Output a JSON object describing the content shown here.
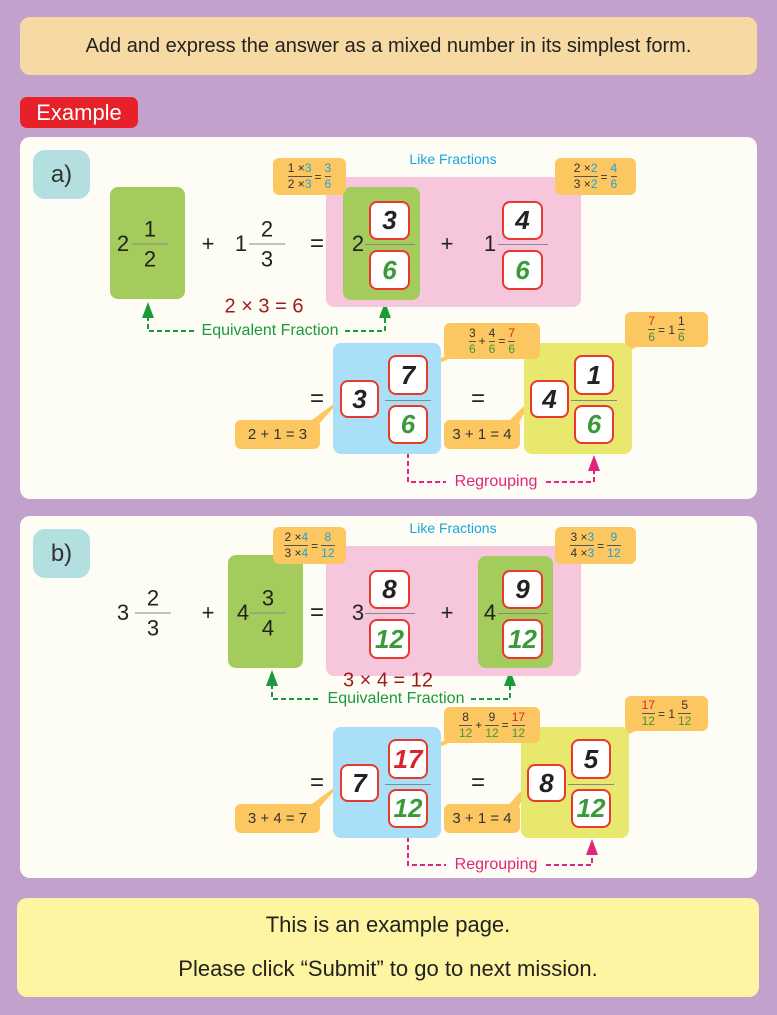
{
  "instruction": "Add and express the answer as a mixed number in its simplest form.",
  "example_label": "Example",
  "colors": {
    "background": "#c2a2cd",
    "box_border": "#e8392e",
    "like_fractions": "#1aa3df",
    "equivalent": "#1a9a3a",
    "regrouping": "#e0267a",
    "lcd": "#9e1b1b"
  },
  "problems": [
    {
      "label": "a)",
      "plus": "+",
      "equals": "=",
      "like_fractions": "Like Fractions",
      "operand1": {
        "whole": "2",
        "num": "1",
        "den": "2"
      },
      "operand2": {
        "whole": "1",
        "num": "2",
        "den": "3"
      },
      "equiv1": {
        "whole": "2",
        "num": "3",
        "den": "6"
      },
      "equiv2": {
        "whole": "1",
        "num": "4",
        "den": "6"
      },
      "callout1": {
        "n": "1 ×",
        "nf": "3",
        "d": "2 ×",
        "df": "3",
        "eq": "=",
        "rn": "3",
        "rd": "6"
      },
      "callout2": {
        "n": "2 ×",
        "nf": "2",
        "d": "3 ×",
        "df": "2",
        "eq": "=",
        "rn": "4",
        "rd": "6"
      },
      "lcd": "2 × 3 = 6",
      "equiv_label": "Equivalent Fraction",
      "sum": {
        "whole": "3",
        "num": "7",
        "den": "6"
      },
      "whole_sum": "2 + 1 = 3",
      "frac_sum": {
        "an": "3",
        "ad": "6",
        "plus": "+",
        "bn": "4",
        "bd": "6",
        "eq": "=",
        "rn": "7",
        "rd": "6"
      },
      "result": {
        "whole": "4",
        "num": "1",
        "den": "6"
      },
      "regroup_callout": {
        "n": "7",
        "d": "6",
        "eq": "= 1",
        "rn": "1",
        "rd": "6"
      },
      "regroup_whole": "3 + 1 = 4",
      "regroup_label": "Regrouping"
    },
    {
      "label": "b)",
      "plus": "+",
      "equals": "=",
      "like_fractions": "Like Fractions",
      "operand1": {
        "whole": "3",
        "num": "2",
        "den": "3"
      },
      "operand2": {
        "whole": "4",
        "num": "3",
        "den": "4"
      },
      "equiv1": {
        "whole": "3",
        "num": "8",
        "den": "12"
      },
      "equiv2": {
        "whole": "4",
        "num": "9",
        "den": "12"
      },
      "callout1": {
        "n": "2 ×",
        "nf": "4",
        "d": "3 ×",
        "df": "4",
        "eq": "=",
        "rn": "8",
        "rd": "12"
      },
      "callout2": {
        "n": "3 ×",
        "nf": "3",
        "d": "4 ×",
        "df": "3",
        "eq": "=",
        "rn": "9",
        "rd": "12"
      },
      "lcd": "3 × 4 = 12",
      "equiv_label": "Equivalent Fraction",
      "sum": {
        "whole": "7",
        "num": "17",
        "den": "12"
      },
      "whole_sum": "3 + 4 = 7",
      "frac_sum": {
        "an": "8",
        "ad": "12",
        "plus": "+",
        "bn": "9",
        "bd": "12",
        "eq": "=",
        "rn": "17",
        "rd": "12"
      },
      "result": {
        "whole": "8",
        "num": "5",
        "den": "12"
      },
      "regroup_callout": {
        "n": "17",
        "d": "12",
        "eq": "= 1",
        "rn": "5",
        "rd": "12"
      },
      "regroup_whole": "3 + 1 = 4",
      "regroup_label": "Regrouping"
    }
  ],
  "footer": {
    "line1": "This is an example page.",
    "line2": "Please click “Submit” to go to next mission."
  }
}
